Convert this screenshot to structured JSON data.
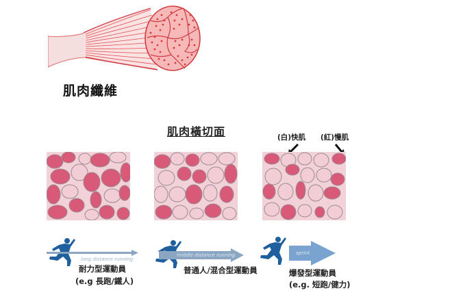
{
  "fiber": {
    "label": "肌肉纖維",
    "colors": {
      "fiber_red": "#e0494f",
      "bundle_fill": "#f7b3b3",
      "dots": "#d9363e"
    }
  },
  "cross_section": {
    "title": "肌肉橫切面",
    "legend": {
      "white_fast": "(白)快肌",
      "red_slow": "(紅)慢肌"
    },
    "colors": {
      "background": "#f3d1d9",
      "red_fiber": "#d85a78",
      "white_fiber": "#f2cdd5",
      "outline": "#9a8b8e"
    }
  },
  "athletes": [
    {
      "arrow_label": "long distance running",
      "caption_line1": "耐力型運動員",
      "caption_line2": "(e.g 長跑/鐵人)",
      "red_ratio": "high"
    },
    {
      "arrow_label": "middle distance running",
      "caption_line1": "普通人/混合型運動員",
      "caption_line2": "",
      "red_ratio": "medium"
    },
    {
      "arrow_label": "sprint",
      "caption_line1": "爆發型運動員",
      "caption_line2": "(e.g. 短跑/健力)",
      "red_ratio": "low"
    }
  ],
  "arrow_color": "#7aa3cf",
  "runner_color": "#1f5f9e"
}
